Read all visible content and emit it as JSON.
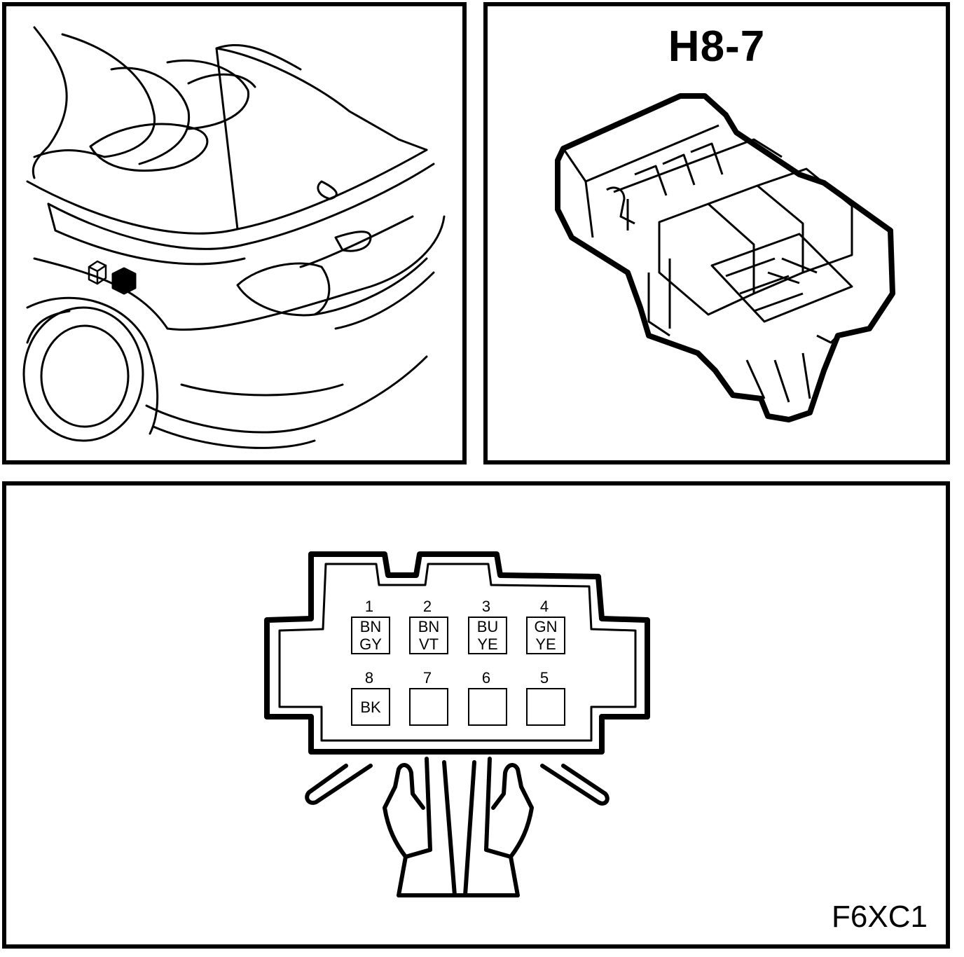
{
  "connector": {
    "name": "H8-7",
    "figure_code": "F6XC1"
  },
  "pins": [
    {
      "number": "1",
      "wire_top": "BN",
      "wire_bottom": "GY"
    },
    {
      "number": "2",
      "wire_top": "BN",
      "wire_bottom": "VT"
    },
    {
      "number": "3",
      "wire_top": "BU",
      "wire_bottom": "YE"
    },
    {
      "number": "4",
      "wire_top": "GN",
      "wire_bottom": "YE"
    },
    {
      "number": "8",
      "wire_top": "BK",
      "wire_bottom": ""
    },
    {
      "number": "7",
      "wire_top": "",
      "wire_bottom": ""
    },
    {
      "number": "6",
      "wire_top": "",
      "wire_bottom": ""
    },
    {
      "number": "5",
      "wire_top": "",
      "wire_bottom": ""
    }
  ],
  "icons": {
    "location_marker": "hexagon-icon",
    "reference_marker": "cube-icon"
  },
  "colors": {
    "line": "#000000",
    "background": "#ffffff"
  }
}
